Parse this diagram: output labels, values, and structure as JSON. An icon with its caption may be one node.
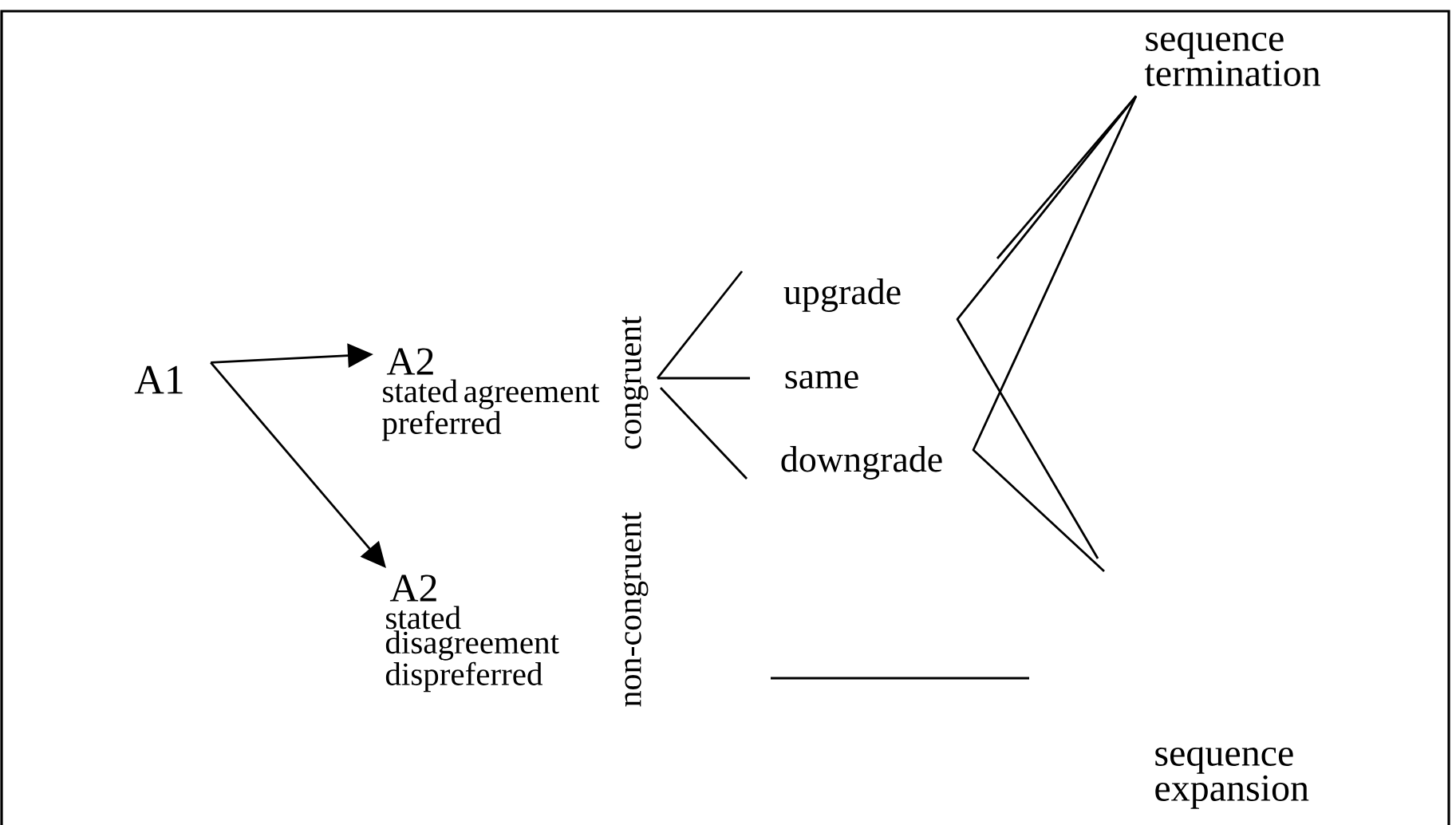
{
  "diagram": {
    "nodes": [
      {
        "text": [
          "A1"
        ]
      },
      {
        "text": [
          "A2",
          "stated agreement preferred"
        ]
      },
      {
        "text": [
          "A2",
          "stated disagreement dispreferred"
        ]
      },
      {
        "text": [
          "congruent"
        ]
      },
      {
        "text": [
          "non-congruent"
        ]
      },
      {
        "text": [
          "upgrade"
        ]
      },
      {
        "text": [
          "same"
        ]
      },
      {
        "text": [
          "downgrade"
        ]
      },
      {
        "text": [
          "sequence termination"
        ]
      },
      {
        "text": [
          "sequence expansion"
        ]
      }
    ],
    "edges": [
      {
        "from": 0,
        "to": 1,
        "arrow": "to"
      },
      {
        "from": 0,
        "to": 2,
        "arrow": "to"
      },
      {
        "from": 3,
        "to": 5,
        "arrow": "none"
      },
      {
        "from": 3,
        "to": 6,
        "arrow": "none"
      },
      {
        "from": 3,
        "to": 7,
        "arrow": "none"
      },
      {
        "from": null,
        "to": 8,
        "arrow": "none"
      },
      {
        "from": 8,
        "to": null,
        "arrow": "none"
      },
      {
        "from": 8,
        "to": null,
        "arrow": "none"
      }
    ]
  }
}
